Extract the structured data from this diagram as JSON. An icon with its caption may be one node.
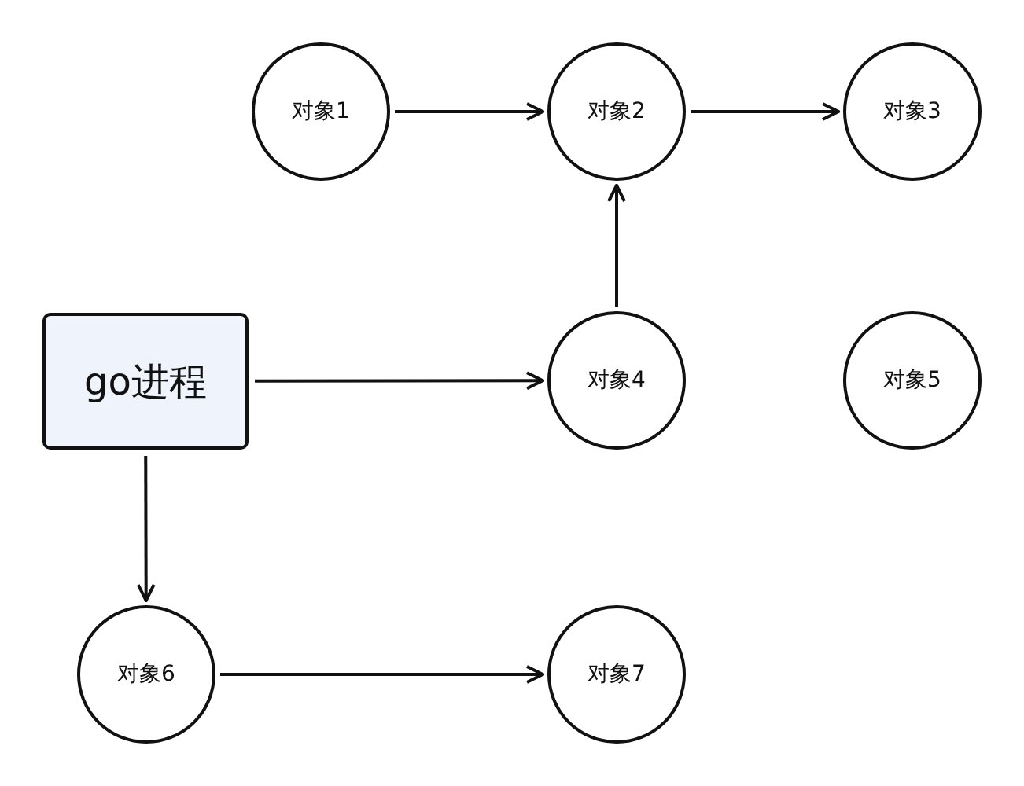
{
  "diagram": {
    "nodes": [
      {
        "text": [
          "对象1"
        ]
      },
      {
        "text": [
          "对象2"
        ]
      },
      {
        "text": [
          "对象3"
        ]
      },
      {
        "text": [
          "go进程"
        ]
      },
      {
        "text": [
          "对象4"
        ]
      },
      {
        "text": [
          "对象5"
        ]
      },
      {
        "text": [
          "对象6"
        ]
      },
      {
        "text": [
          "对象7"
        ]
      }
    ],
    "edges": [
      {
        "from": 0,
        "to": 1,
        "arrow": "to"
      },
      {
        "from": 1,
        "to": 2,
        "arrow": "to"
      },
      {
        "from": 3,
        "to": 4,
        "arrow": "to"
      },
      {
        "from": 4,
        "to": 1,
        "arrow": "to"
      },
      {
        "from": 3,
        "to": 6,
        "arrow": "to"
      },
      {
        "from": 6,
        "to": 7,
        "arrow": "to"
      }
    ]
  }
}
